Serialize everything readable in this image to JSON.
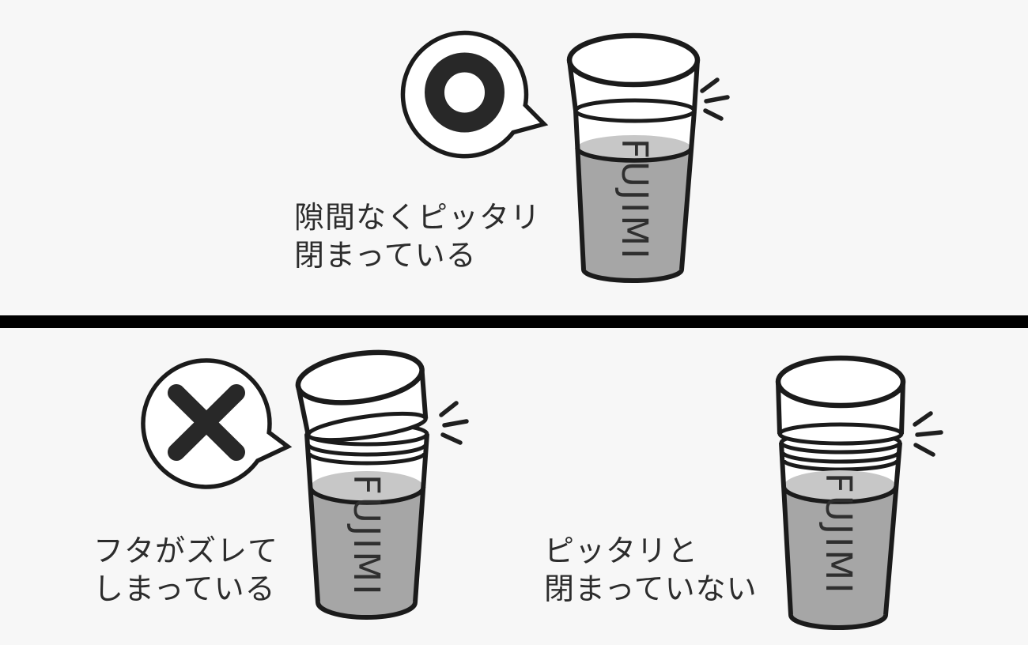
{
  "illustration": {
    "colors": {
      "background": "#f7f7f7",
      "ink": "#1b1b1b",
      "divider": "#000000",
      "mark": "#282828",
      "liquid": "#a6a6a6",
      "liquid_surface": "#c7c7c7",
      "brand_label": "#2f2f2f"
    },
    "bottle": {
      "brand_label": "FUJIMI"
    },
    "sections": {
      "correct": {
        "mark_symbol": "○",
        "mark_icon": "circle-mark-icon",
        "caption_line1": "隙間なくピッタリ",
        "caption_line2": "閉まっている"
      },
      "lid_shifted": {
        "mark_symbol": "×",
        "mark_icon": "cross-mark-icon",
        "caption_line1": "フタがズレて",
        "caption_line2": "しまっている"
      },
      "not_fully_closed": {
        "caption_line1": "ピッタリと",
        "caption_line2": "閉まっていない"
      }
    }
  }
}
